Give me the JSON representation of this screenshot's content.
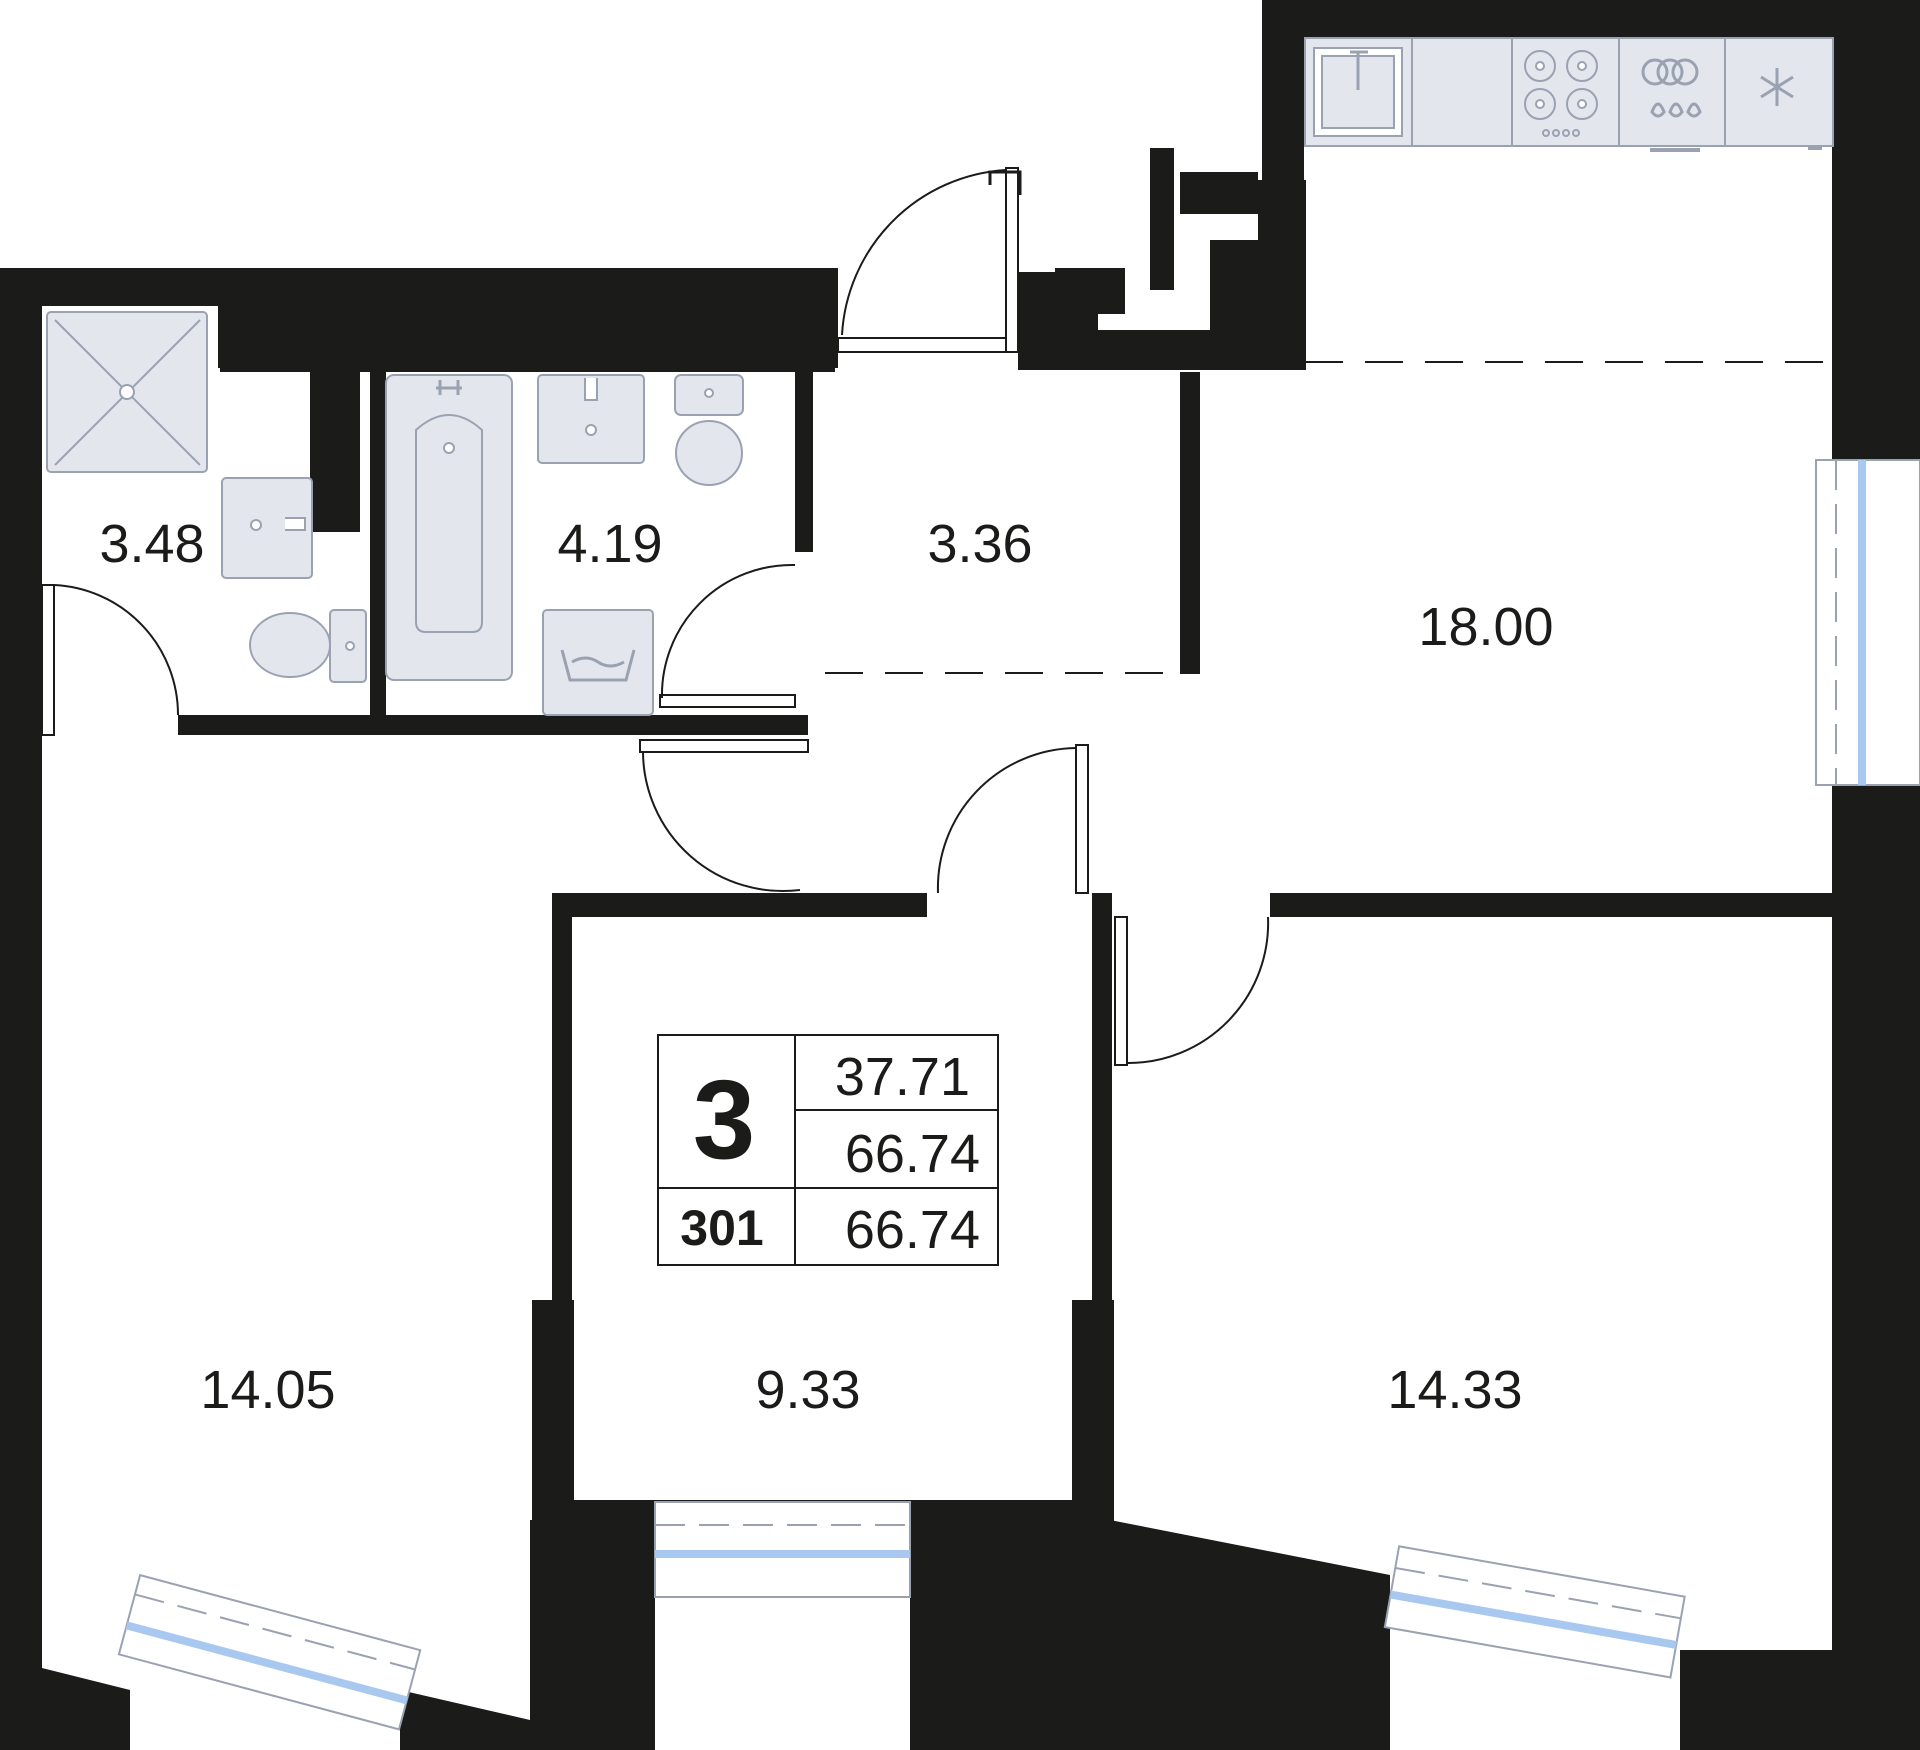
{
  "colors": {
    "wall": "#1b1c1a",
    "fixture_fill": "#e3e6ed",
    "fixture_stroke": "#9aa2b2",
    "glass": "#a8c8f0"
  },
  "icons": [
    "shower-icon",
    "sink-icon",
    "toilet-icon",
    "bathtub-icon",
    "washing-machine-icon",
    "kitchen-sink-icon",
    "stove-icon",
    "dishwasher-icon",
    "fridge-icon",
    "door-swing-icon",
    "window-icon"
  ],
  "rooms": {
    "shower_room": "3.48",
    "bathroom": "4.19",
    "hallway": "3.36",
    "kitchen_living": "18.00",
    "bedroom_left": "14.05",
    "bedroom_middle": "9.33",
    "bedroom_right": "14.33"
  },
  "info": {
    "rooms_count": "3",
    "living_area": "37.71",
    "total_area": "66.74",
    "apartment_number": "301",
    "area_with_balcony": "66.74"
  }
}
